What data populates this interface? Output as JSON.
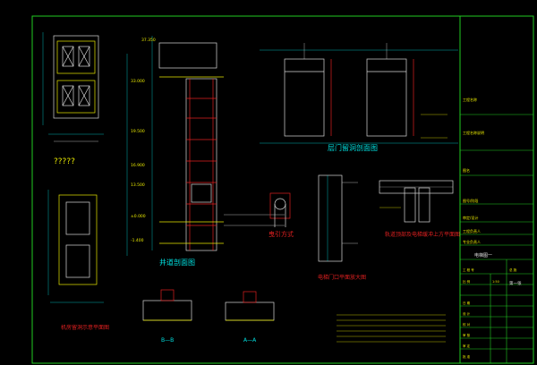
{
  "colors": {
    "background": "#000000",
    "frame": "#22cc22",
    "line": "#d8d8d8",
    "cyan": "#00e0e0",
    "yellow": "#e8e800",
    "red": "#e02020",
    "magenta": "#e040e0"
  },
  "views": {
    "top_left_caption": "?????",
    "shaft_title": "井道剖面图",
    "door_title": "层门留洞剖面图",
    "traction_title": "曳引方式",
    "hall_title": "电梯门口平面放大图",
    "right_detail_title": "轨道顶部及电梯缓冲上方平面图",
    "machine_room_title": "机房留洞示意平面图",
    "section_bb": "B—B",
    "section_aa": "A—A"
  },
  "elevations": [
    "37.350",
    "33.000",
    "19.500",
    "16.900",
    "13.500",
    "±0.000",
    "-1.400"
  ],
  "title_block": {
    "labels": [
      "工程名称",
      "工程名称说明",
      "图名",
      "图号/阶段",
      "审定/设计",
      "工程负责人",
      "专业负责人"
    ],
    "sheet_name": "电梯图一",
    "sheet_no": "第一张"
  }
}
